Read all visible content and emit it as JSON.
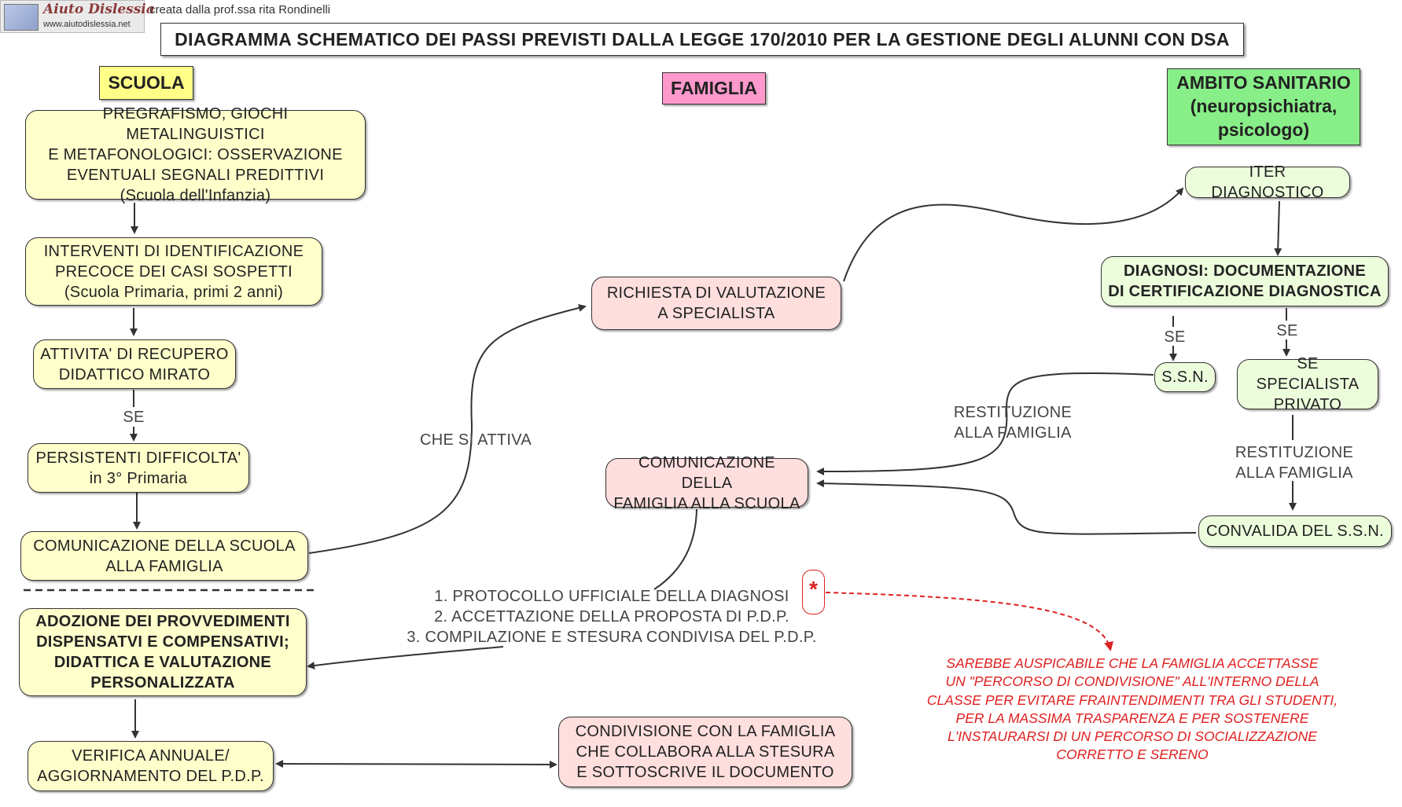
{
  "logo": {
    "name": "Aiuto Dislessia",
    "url_text": "www.aiutodislessia.net",
    "credit": "creata dalla prof.ssa rita Rondinelli"
  },
  "title": "DIAGRAMMA SCHEMATICO DEI PASSI PREVISTI DALLA LEGGE 170/2010 PER LA GESTIONE DEGLI ALUNNI CON DSA",
  "columns": {
    "scuola": "SCUOLA",
    "famiglia": "FAMIGLIA",
    "sanitario": "AMBITO SANITARIO\n(neuropsichiatra,\npsicologo)"
  },
  "colors": {
    "scuola_header": "#ffff88",
    "famiglia_header": "#ff99cc",
    "sanitario_header": "#88ee88",
    "school_node": "#ffffcc",
    "family_node": "#ffdede",
    "health_node": "#ecfddc",
    "note": "#e02020"
  },
  "school": {
    "n1": "PREGRAFISMO, GIOCHI METALINGUISTICI\nE METAFONOLOGICI: OSSERVAZIONE\nEVENTUALI SEGNALI PREDITTIVI\n(Scuola dell'Infanzia)",
    "n2": "INTERVENTI DI IDENTIFICAZIONE\nPRECOCE DEI CASI SOSPETTI\n(Scuola Primaria, primi 2 anni)",
    "n3": "ATTIVITA' DI RECUPERO\nDIDATTICO MIRATO",
    "se": "SE",
    "n4": "PERSISTENTI DIFFICOLTA'\nin 3° Primaria",
    "n5": "COMUNICAZIONE DELLA SCUOLA\nALLA FAMIGLIA",
    "n6": "ADOZIONE DEI PROVVEDIMENTI\nDISPENSATVI E COMPENSATIVI;\nDIDATTICA E VALUTAZIONE\nPERSONALIZZATA",
    "n7": "VERIFICA ANNUALE/\nAGGIORNAMENTO DEL P.D.P."
  },
  "family": {
    "richiesta": "RICHIESTA DI VALUTAZIONE\nA SPECIALISTA",
    "comunicazione": "COMUNICAZIONE DELLA\nFAMIGLIA ALLA SCUOLA",
    "condivisione": "CONDIVISIONE CON LA    FAMIGLIA\nCHE COLLABORA ALLA STESURA\nE SOTTOSCRIVE IL DOCUMENTO",
    "che_si_attiva": "CHE SI ATTIVA",
    "steps": "1. PROTOCOLLO UFFICIALE DELLA DIAGNOSI\n2. ACCETTAZIONE DELLA PROPOSTA DI P.D.P.\n3. COMPILAZIONE E STESURA CONDIVISA DEL P.D.P."
  },
  "health": {
    "iter": "ITER DIAGNOSTICO",
    "diagnosi": "DIAGNOSI: DOCUMENTAZIONE\nDI CERTIFICAZIONE DIAGNOSTICA",
    "se_left": "SE",
    "se_right": "SE",
    "ssn": "S.S.N.",
    "privato": "SE SPECIALISTA\nPRIVATO",
    "restituzione_left": "RESTITUZIONE\nALLA FAMIGLIA",
    "restituzione_right": "RESTITUZIONE\nALLA FAMIGLIA",
    "convalida": "CONVALIDA DEL S.S.N."
  },
  "note": {
    "star": "*",
    "text": "SAREBBE AUSPICABILE CHE LA FAMIGLIA ACCETTASSE\nUN \"PERCORSO DI CONDIVISIONE\" ALL'INTERNO DELLA\nCLASSE PER EVITARE FRAINTENDIMENTI TRA GLI STUDENTI,\nPER LA MASSIMA TRASPARENZA E PER SOSTENERE\nL'INSTAURARSI DI UN PERCORSO DI SOCIALIZZAZIONE\nCORRETTO E SERENO"
  }
}
